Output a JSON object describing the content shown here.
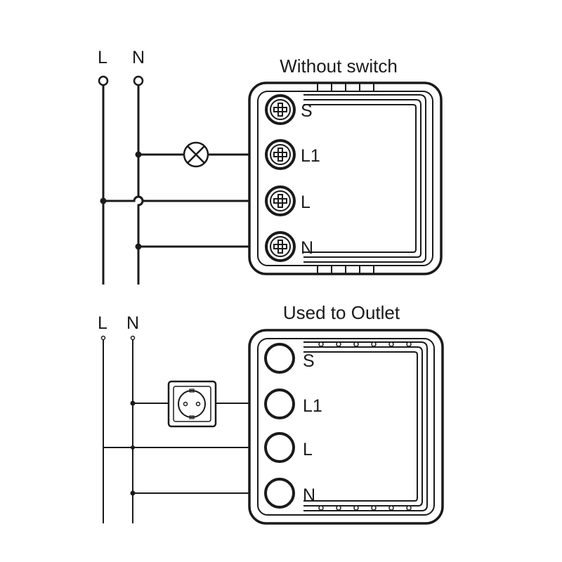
{
  "diagrams": [
    {
      "title": "Without switch",
      "supply_labels": [
        "L",
        "N"
      ],
      "terminal_labels": [
        "S",
        "L1",
        "L",
        "N"
      ],
      "load": "lamp-icon"
    },
    {
      "title": "Used to Outlet",
      "supply_labels": [
        "L",
        "N"
      ],
      "terminal_labels": [
        "S",
        "L1",
        "L",
        "N"
      ],
      "load": "outlet-icon"
    }
  ],
  "colors": {
    "stroke": "#1a1a1a",
    "background": "#ffffff"
  }
}
